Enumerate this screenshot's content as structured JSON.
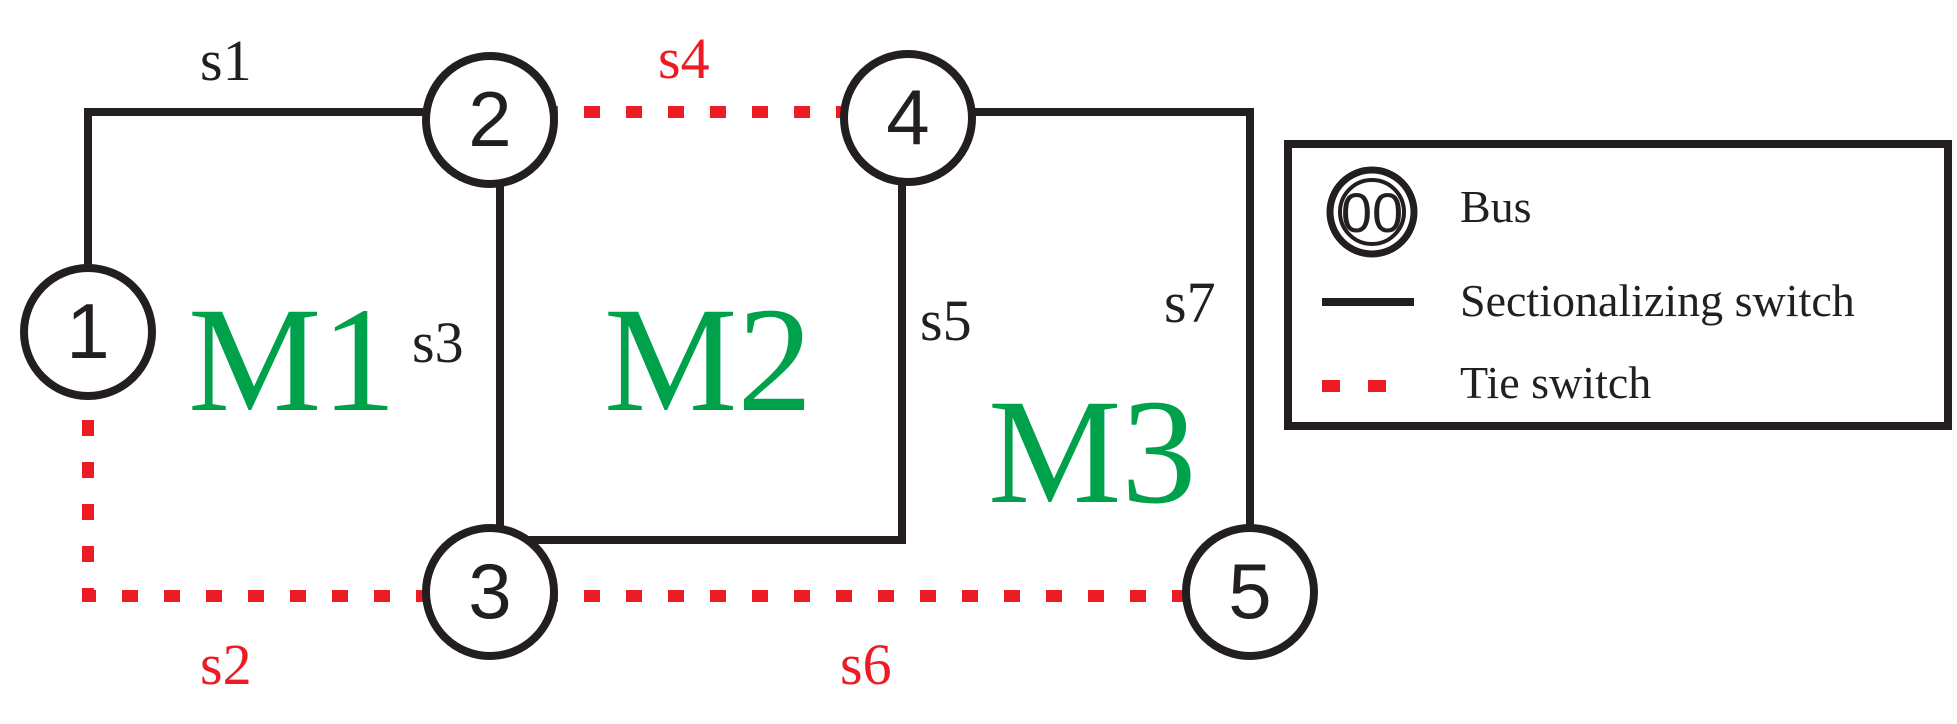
{
  "colors": {
    "sectionalizing": "#231f20",
    "tie": "#ed1c24",
    "mesh": "#00a14b"
  },
  "buses": [
    {
      "id": "1",
      "label": "1"
    },
    {
      "id": "2",
      "label": "2"
    },
    {
      "id": "3",
      "label": "3"
    },
    {
      "id": "4",
      "label": "4"
    },
    {
      "id": "5",
      "label": "5"
    }
  ],
  "switches": [
    {
      "label": "s1",
      "type": "sectionalizing",
      "from": "1",
      "to": "2"
    },
    {
      "label": "s2",
      "type": "tie",
      "from": "1",
      "to": "3"
    },
    {
      "label": "s3",
      "type": "sectionalizing",
      "from": "2",
      "to": "3"
    },
    {
      "label": "s4",
      "type": "tie",
      "from": "2",
      "to": "4"
    },
    {
      "label": "s5",
      "type": "sectionalizing",
      "from": "4",
      "to": "3"
    },
    {
      "label": "s6",
      "type": "tie",
      "from": "3",
      "to": "5"
    },
    {
      "label": "s7",
      "type": "sectionalizing",
      "from": "4",
      "to": "5"
    }
  ],
  "meshes": [
    {
      "label": "M1"
    },
    {
      "label": "M2"
    },
    {
      "label": "M3"
    }
  ],
  "legend": {
    "bus_symbol_label": "00",
    "bus": "Bus",
    "sectionalizing": "Sectionalizing switch",
    "tie": "Tie switch"
  }
}
